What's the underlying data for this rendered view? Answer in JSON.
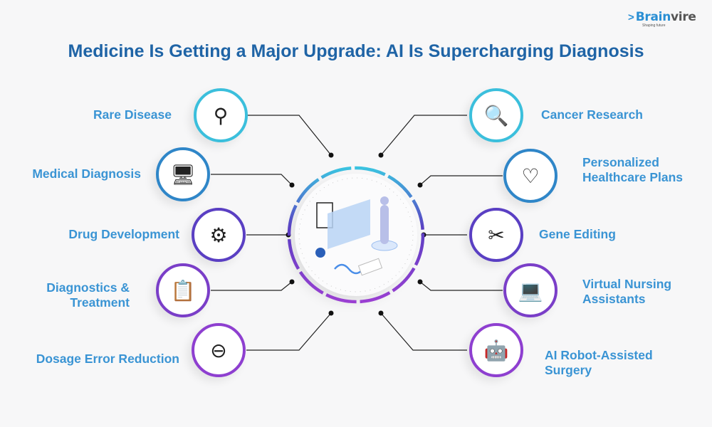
{
  "title": "Medicine Is Getting a Major Upgrade: AI Is Supercharging Diagnosis",
  "logo": {
    "name_a": "Brain",
    "name_b": "vire",
    "tagline": "Shaping future"
  },
  "center": {
    "icon": "ai-healthcare-illustration-icon"
  },
  "left_items": [
    {
      "label": "Rare Disease",
      "icon": "person-magnifier-warning-icon",
      "color": "#3bbfdc"
    },
    {
      "label": "Medical Diagnosis",
      "icon": "monitor-medical-search-icon",
      "color": "#2f86c8"
    },
    {
      "label": "Drug Development",
      "icon": "gear-pill-search-icon",
      "color": "#5a3fc3"
    },
    {
      "label_line1": "Diagnostics &",
      "label_line2": "Treatment",
      "icon": "clipboard-stethoscope-icon",
      "color": "#7a3ec8"
    },
    {
      "label": "Dosage Error Reduction",
      "icon": "medicine-bottle-minus-icon",
      "color": "#8e3fd0"
    }
  ],
  "right_items": [
    {
      "label": "Cancer Research",
      "icon": "magnifier-cell-icon",
      "color": "#3bbfdc"
    },
    {
      "label_line1": "Personalized",
      "label_line2": "Healthcare Plans",
      "icon": "hands-heart-icon",
      "color": "#2f86c8"
    },
    {
      "label": "Gene Editing",
      "icon": "dna-scissors-icon",
      "color": "#5a3fc3"
    },
    {
      "label_line1": "Virtual Nursing",
      "label_line2": "Assistants",
      "icon": "nurse-monitor-icon",
      "color": "#7a3ec8"
    },
    {
      "label_line1": "AI Robot-Assisted",
      "label_line2": "Surgery",
      "icon": "robot-arm-icon",
      "color": "#8e3fd0"
    }
  ]
}
